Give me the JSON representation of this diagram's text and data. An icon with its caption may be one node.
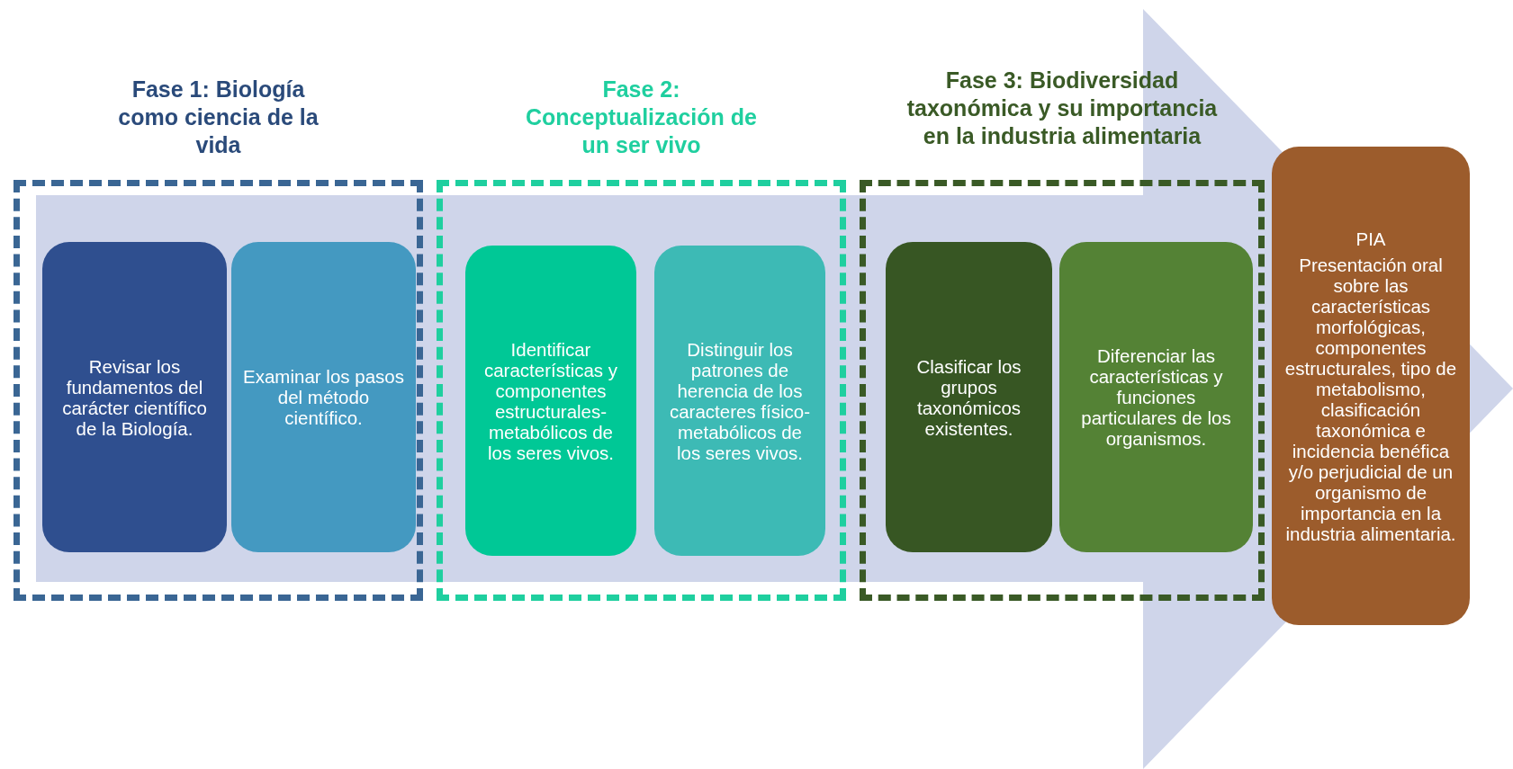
{
  "diagram": {
    "nodes": [
      {
        "text": [
          "Fase 1: Biología como ciencia de la vida"
        ]
      },
      {
        "text": [
          "Revisar los fundamentos del carácter científico de la Biología."
        ],
        "in": 0
      },
      {
        "text": [
          "Examinar los pasos del método científico."
        ],
        "in": 0
      },
      {
        "text": [
          "Fase 2: Conceptualización de un ser vivo"
        ]
      },
      {
        "text": [
          "Identificar características y componentes estructurales-metabólicos de los seres vivos."
        ],
        "in": 3
      },
      {
        "text": [
          "Distinguir los patrones de herencia de los caracteres físico-metabólicos de los seres vivos."
        ],
        "in": 3
      },
      {
        "text": [
          "Fase 3: Biodiversidad taxonómica y su importancia en la industria alimentaria"
        ]
      },
      {
        "text": [
          "Clasificar los grupos taxonómicos existentes."
        ],
        "in": 6
      },
      {
        "text": [
          "Diferenciar las características y funciones particulares de los organismos."
        ],
        "in": 6
      },
      {
        "text": [
          "PIA",
          "Presentación oral sobre las características morfológicas, componentes estructurales, tipo de metabolismo, clasificación taxonómica e incidencia benéfica y/o perjudicial de un organismo de importancia en la industria alimentaria."
        ]
      }
    ],
    "edges": [
      {
        "from": 0,
        "to": 9,
        "arrow": "to",
        "style": "thick"
      }
    ]
  }
}
